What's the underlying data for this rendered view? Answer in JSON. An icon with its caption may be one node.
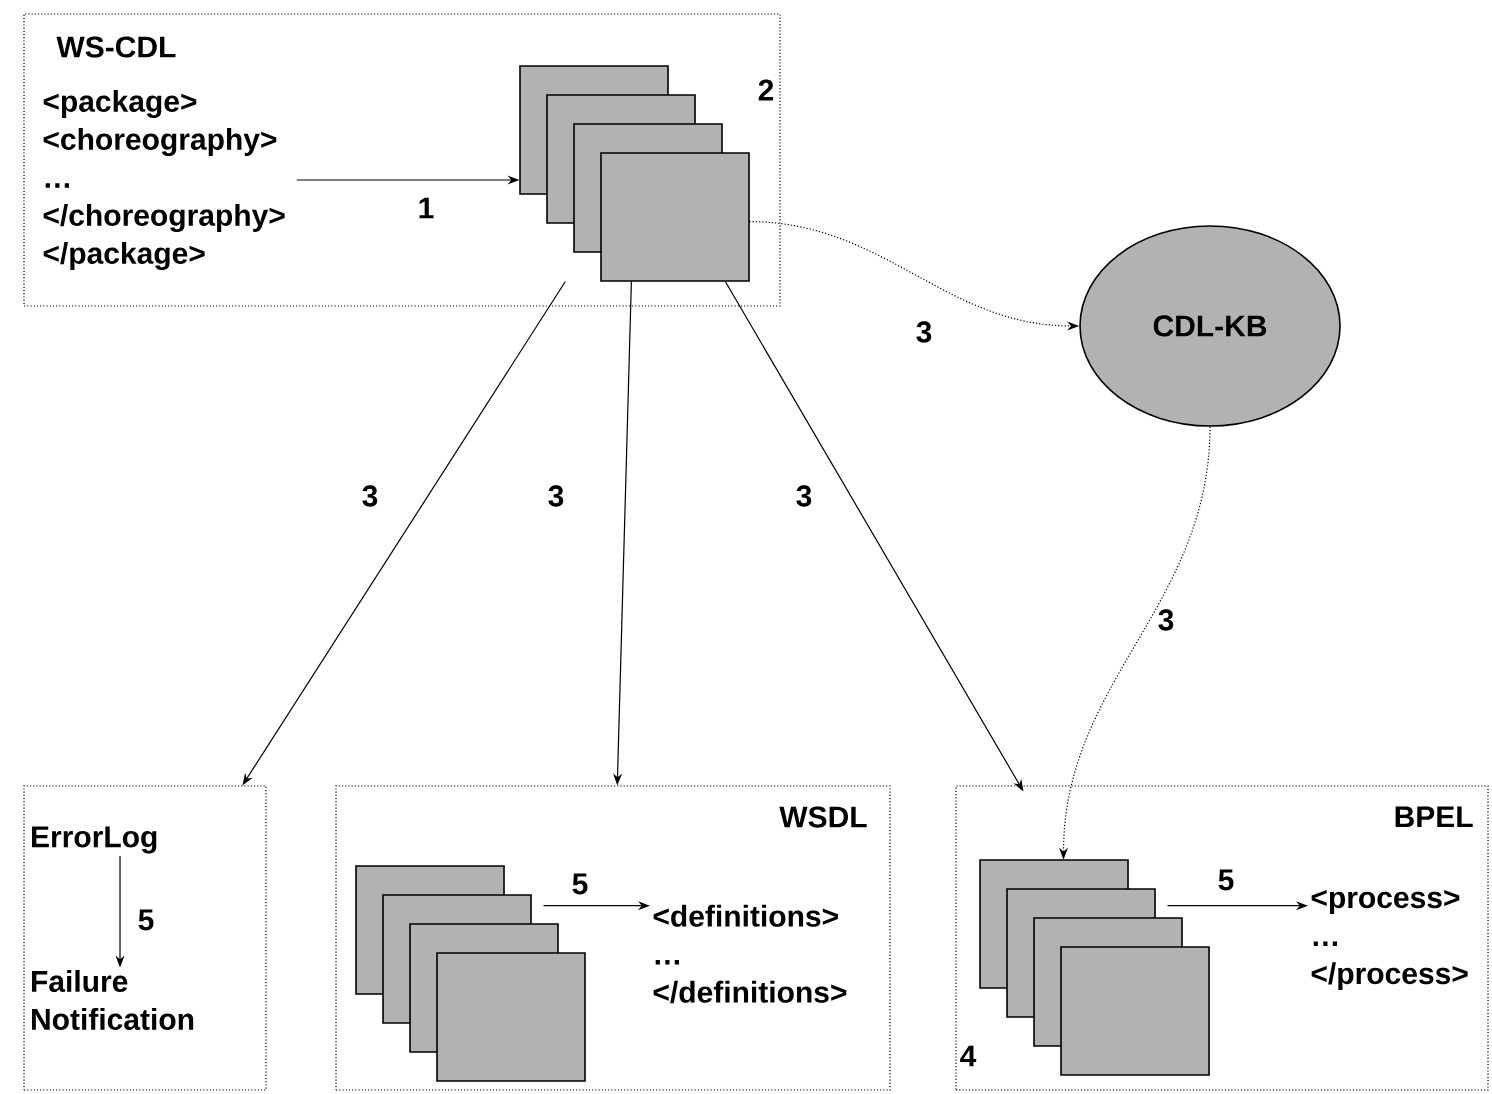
{
  "diagram": {
    "nodes": [
      {
        "text": [
          "WS-CDL"
        ]
      },
      {
        "text": [
          "<package> <choreography> … </choreography> </package>"
        ],
        "in": 0
      },
      {
        "text": [],
        "shape": "box",
        "in": 0,
        "beside": [
          "2"
        ]
      },
      {
        "text": [
          "CDL-KB"
        ]
      },
      {
        "text": [],
        "shape": "box"
      },
      {
        "text": [
          "ErrorLog"
        ],
        "in": 4
      },
      {
        "text": [
          "Failure Notification"
        ],
        "in": 4
      },
      {
        "text": [
          "WSDL"
        ]
      },
      {
        "text": [],
        "shape": "box",
        "in": 7
      },
      {
        "text": [
          "<definitions> … </definitions>"
        ],
        "in": 7
      },
      {
        "text": [
          "BPEL"
        ]
      },
      {
        "text": [],
        "shape": "box",
        "in": 10,
        "beside": [
          "4"
        ]
      },
      {
        "text": [
          "<process> … </process>"
        ],
        "in": 10
      }
    ],
    "edges": [
      {
        "from": 1,
        "to": 2,
        "arrow": "to",
        "label": "1"
      },
      {
        "from": 2,
        "to": 3,
        "arrow": "to",
        "label": "3",
        "style": "dashed"
      },
      {
        "from": 2,
        "to": 4,
        "arrow": "to",
        "label": "3"
      },
      {
        "from": 2,
        "to": 7,
        "arrow": "to",
        "label": "3"
      },
      {
        "from": 2,
        "to": 10,
        "arrow": "to",
        "label": "3"
      },
      {
        "from": 3,
        "to": 11,
        "arrow": "to",
        "label": "3",
        "style": "dashed"
      },
      {
        "from": 5,
        "to": 6,
        "arrow": "to",
        "label": "5"
      },
      {
        "from": 8,
        "to": 9,
        "arrow": "to",
        "label": "5"
      },
      {
        "from": 11,
        "to": 12,
        "arrow": "to",
        "label": "5"
      }
    ]
  }
}
